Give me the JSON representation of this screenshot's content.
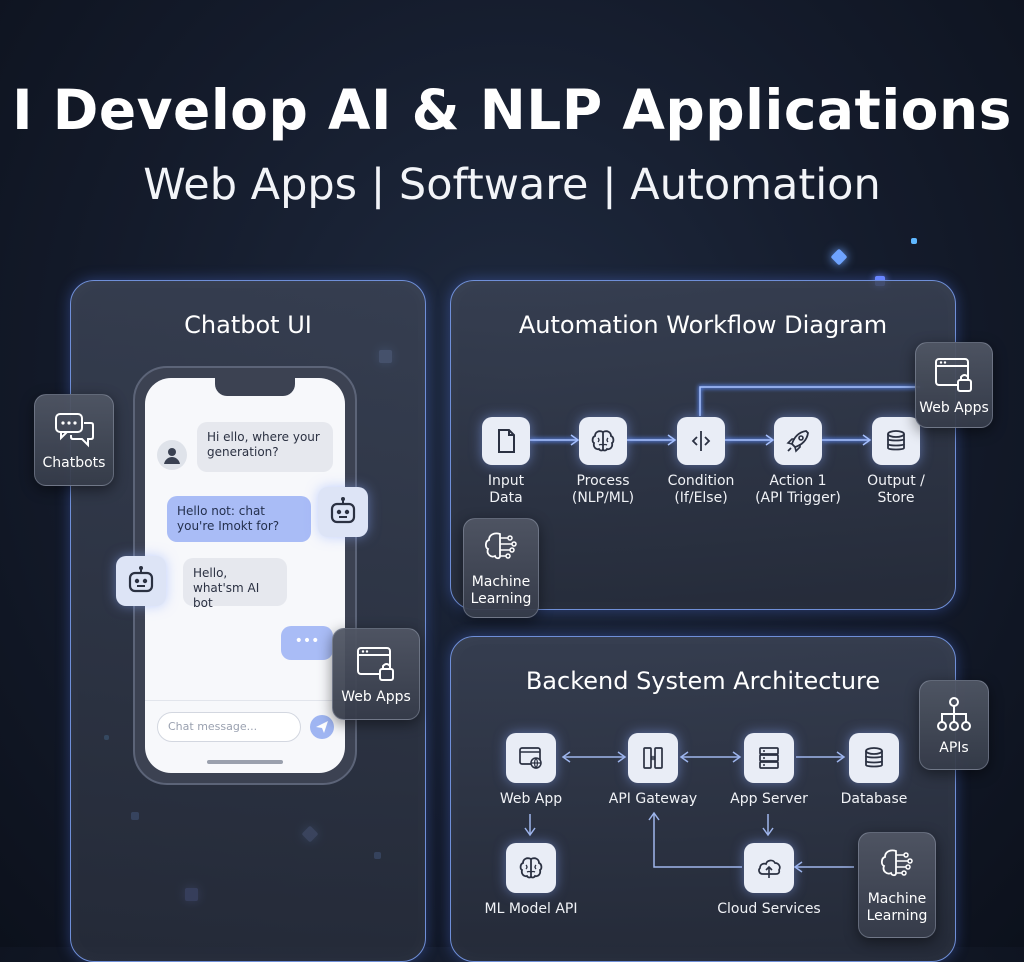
{
  "header": {
    "title": "I Develop AI & NLP Applications",
    "subtitle": "Web Apps | Software | Automation"
  },
  "chatbot_panel": {
    "title": "Chatbot UI",
    "messages": [
      {
        "sender": "user",
        "text": "Hi ello, where your generation?"
      },
      {
        "sender": "bot",
        "text": "Hello not: chat you're Imokt for?"
      },
      {
        "sender": "bot",
        "text": "Hello, what'sm AI bot"
      },
      {
        "sender": "user",
        "text": "•••"
      }
    ],
    "input_placeholder": "Chat message..."
  },
  "workflow_panel": {
    "title": "Automation Workflow Diagram",
    "nodes": [
      {
        "line1": "Input",
        "line2": "Data",
        "icon": "document-icon"
      },
      {
        "line1": "Process",
        "line2": "(NLP/ML)",
        "icon": "brain-icon"
      },
      {
        "line1": "Condition",
        "line2": "(If/Else)",
        "icon": "branch-icon"
      },
      {
        "line1": "Action 1",
        "line2": "(API Trigger)",
        "icon": "rocket-icon"
      },
      {
        "line1": "Output /",
        "line2": "Store",
        "icon": "database-icon"
      }
    ]
  },
  "backend_panel": {
    "title": "Backend System Architecture",
    "nodes": {
      "web_app": "Web App",
      "api_gateway": "API Gateway",
      "app_server": "App Server",
      "database": "Database",
      "ml_model_api": "ML Model API",
      "cloud_services": "Cloud Services"
    }
  },
  "badges": {
    "chatbots": "Chatbots",
    "web_apps_chat": "Web Apps",
    "web_apps_workflow": "Web Apps",
    "ml_workflow_1": "Machine",
    "ml_workflow_2": "Learning",
    "apis": "APIs",
    "ml_backend_1": "Machine",
    "ml_backend_2": "Learning"
  },
  "colors": {
    "accent": "#6f8fd8",
    "flow_line": "#5b8cff",
    "icon_bg": "#e9edf6",
    "user_bubble": "#e6e8ee",
    "bot_bubble": "#a9bcf6"
  }
}
